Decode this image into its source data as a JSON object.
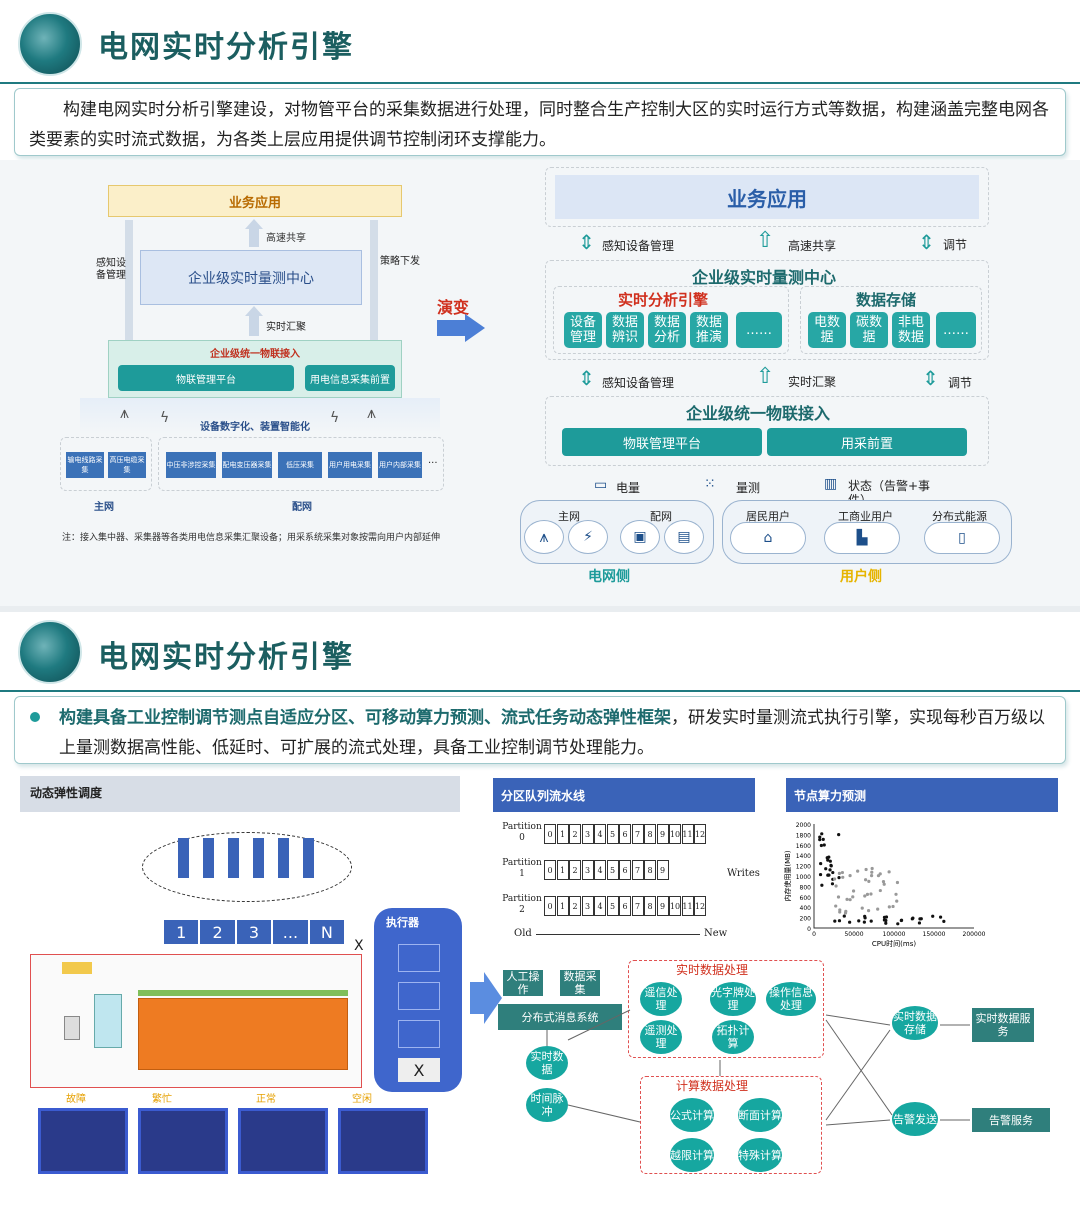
{
  "slide1": {
    "title": "电网实时分析引擎",
    "intro": "构建电网实时分析引擎建设，对物管平台的采集数据进行处理，同时整合生产控制大区的实时运行方式等数据，构建涵盖完整电网各类要素的实时流式数据，为各类上层应用提供调节控制闭环支撑能力。",
    "left": {
      "business_app": "业务应用",
      "high_share": "高速共享",
      "sense_mgmt": "感知设备管理",
      "policy_down": "策略下发",
      "center": "企业级实时量测中心",
      "realtime_gather": "实时汇聚",
      "iot_access": "企业级统一物联接入",
      "iot_platform": "物联管理平台",
      "power_collect": "用电信息采集前置",
      "digital": "设备数字化、装置智能化",
      "main_items": [
        "输电线路采集",
        "高压电缆采集"
      ],
      "dist_items": [
        "中压非涉控采集",
        "配电变压器采集",
        "低压采集",
        "用户用电采集",
        "用户内部采集"
      ],
      "ellipsis": "···",
      "main_grid": "主网",
      "dist_grid": "配网",
      "note": "注：接入集中器、采集器等各类用电信息采集汇聚设备；用采系统采集对象按需向用户内部延伸"
    },
    "evolve": "演变",
    "right": {
      "business_app": "业务应用",
      "sense_mgmt": "感知设备管理",
      "high_share": "高速共享",
      "adjust": "调节",
      "center": "企业级实时量测中心",
      "engine": "实时分析引擎",
      "engine_items": [
        "设备管理",
        "数据辨识",
        "数据分析",
        "数据推演",
        "……"
      ],
      "storage": "数据存储",
      "storage_items": [
        "电数据",
        "碳数据",
        "非电数据",
        "……"
      ],
      "sense_mgmt2": "感知设备管理",
      "realtime_gather": "实时汇聚",
      "adjust2": "调节",
      "iot_access": "企业级统一物联接入",
      "iot_platform": "物联管理平台",
      "power_front": "用采前置",
      "legend_power": "电量",
      "legend_measure": "量测",
      "legend_status": "状态（告警+事件）",
      "main_grid": "主网",
      "dist_grid": "配网",
      "resident": "居民用户",
      "business": "工商业用户",
      "distributed": "分布式能源",
      "grid_side": "电网侧",
      "user_side": "用户侧"
    }
  },
  "slide2": {
    "title": "电网实时分析引擎",
    "intro_bold": "构建具备工业控制调节测点自适应分区、可移动算力预测、流式任务动态弹性框架",
    "intro_rest": "，研发实时量测流式执行引擎，实现每秒百万级以上量测数据高性能、低延时、可扩展的流式处理，具备工业控制调节处理能力。",
    "panel1_title": "动态弹性调度",
    "panel2_title": "分区队列流水线",
    "panel3_title": "节点算力预测",
    "queue": [
      "1",
      "2",
      "3",
      "...",
      "N"
    ],
    "x_mark": "X",
    "executor": "执行器",
    "server_labels": [
      "故障",
      "繁忙",
      "正常",
      "空闲"
    ],
    "partition": {
      "rows": [
        {
          "label": "Partition 0",
          "cells": [
            "0",
            "1",
            "2",
            "3",
            "4",
            "5",
            "6",
            "7",
            "8",
            "9",
            "10",
            "11",
            "12"
          ]
        },
        {
          "label": "Partition 1",
          "cells": [
            "0",
            "1",
            "2",
            "3",
            "4",
            "5",
            "6",
            "7",
            "8",
            "9"
          ]
        },
        {
          "label": "Partition 2",
          "cells": [
            "0",
            "1",
            "2",
            "3",
            "4",
            "5",
            "6",
            "7",
            "8",
            "9",
            "10",
            "11",
            "12"
          ]
        }
      ],
      "writes": "Writes",
      "old": "Old",
      "new": "New"
    },
    "scatter": {
      "ylabel": "内存使用量(MB)",
      "xlabel": "CPU时间(ms)",
      "yticks": [
        "2000",
        "1800",
        "1600",
        "1400",
        "1200",
        "1000",
        "800",
        "600",
        "400",
        "200",
        "0"
      ],
      "xticks": [
        "0",
        "50000",
        "100000",
        "150000",
        "200000"
      ]
    },
    "flow": {
      "manual": "人工操作",
      "collect": "数据采集",
      "mq": "分布式消息系统",
      "rt_data": "实时数据",
      "time_pulse": "时间脉冲",
      "rt_proc": "实时数据处理",
      "rt_items": [
        "遥信处理",
        "光字牌处理",
        "操作信息处理",
        "遥测处理",
        "拓扑计算"
      ],
      "calc_proc": "计算数据处理",
      "calc_items": [
        "公式计算",
        "断面计算",
        "越限计算",
        "特殊计算"
      ],
      "rt_store": "实时数据存储",
      "alarm_send": "告警发送",
      "rt_service": "实时数据服务",
      "alarm_service": "告警服务"
    }
  }
}
